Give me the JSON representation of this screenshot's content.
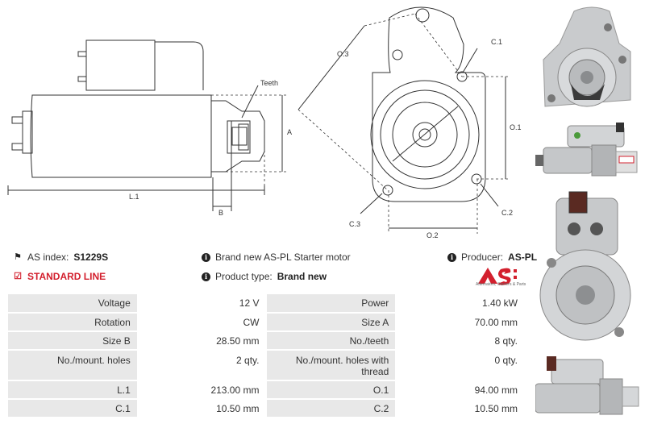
{
  "drawing": {
    "labels": {
      "teeth": "Teeth",
      "a": "A",
      "b": "B",
      "l1": "L.1",
      "o3": "O.3",
      "o1": "O.1",
      "o2": "O.2",
      "c1": "C.1",
      "c2": "C.2",
      "c3": "C.3"
    }
  },
  "info": {
    "as_index_label": "AS index:",
    "as_index_value": "S1229S",
    "line": "STANDARD LINE",
    "description": "Brand new AS-PL Starter motor",
    "product_type_label": "Product type:",
    "product_type_value": "Brand new",
    "producer_label": "Producer:",
    "producer_value": "AS-PL"
  },
  "logo": {
    "text": "AS",
    "subtitle": "Alternators, Starters & Parts"
  },
  "specs": [
    {
      "k1": "Voltage",
      "v1": "12 V",
      "k2": "Power",
      "v2": "1.40 kW"
    },
    {
      "k1": "Rotation",
      "v1": "CW",
      "k2": "Size A",
      "v2": "70.00 mm"
    },
    {
      "k1": "Size B",
      "v1": "28.50 mm",
      "k2": "No./teeth",
      "v2": "8 qty."
    },
    {
      "k1": "No./mount. holes",
      "v1": "2 qty.",
      "k2": "No./mount. holes with thread",
      "v2": "0 qty."
    },
    {
      "k1": "L.1",
      "v1": "213.00 mm",
      "k2": "O.1",
      "v2": "94.00 mm"
    },
    {
      "k1": "C.1",
      "v1": "10.50 mm",
      "k2": "C.2",
      "v2": "10.50 mm"
    }
  ]
}
